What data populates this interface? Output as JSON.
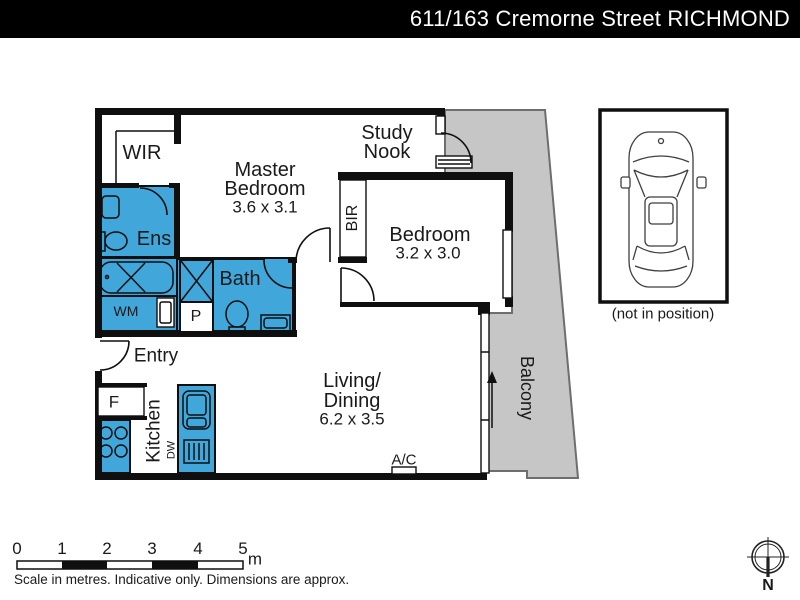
{
  "header": {
    "title": "611/163 Cremorne Street RICHMOND"
  },
  "colors": {
    "room_fill": "#41a6da",
    "balcony_fill": "#c6c6c6",
    "balcony_border": "#6e6e6e",
    "wall": "#0f0f0f",
    "header_bg": "#000000",
    "header_text": "#ffffff"
  },
  "rooms": {
    "wir": {
      "label": "WIR"
    },
    "master_bedroom": {
      "name_line1": "Master",
      "name_line2": "Bedroom",
      "dims": "3.6 x 3.1"
    },
    "study_nook": {
      "name_line1": "Study",
      "name_line2": "Nook"
    },
    "bir": {
      "label": "BIR"
    },
    "bedroom": {
      "name": "Bedroom",
      "dims": "3.2 x 3.0"
    },
    "ens": {
      "label": "Ens"
    },
    "bath": {
      "label": "Bath"
    },
    "wm": {
      "label": "WM"
    },
    "pantry": {
      "label": "P"
    },
    "entry": {
      "label": "Entry"
    },
    "fridge": {
      "label": "F"
    },
    "kitchen": {
      "label": "Kitchen"
    },
    "dishwasher": {
      "label": "DW"
    },
    "living_dining": {
      "name_line1": "Living/",
      "name_line2": "Dining",
      "dims": "6.2 x 3.5"
    },
    "ac": {
      "label": "A/C"
    },
    "balcony": {
      "label": "Balcony"
    }
  },
  "car_space": {
    "caption": "(not in position)"
  },
  "scale_bar": {
    "ticks": [
      "0",
      "1",
      "2",
      "3",
      "4",
      "5"
    ],
    "unit": "m",
    "caption": "Scale in metres. Indicative only. Dimensions are approx."
  },
  "compass": {
    "label": "N"
  }
}
